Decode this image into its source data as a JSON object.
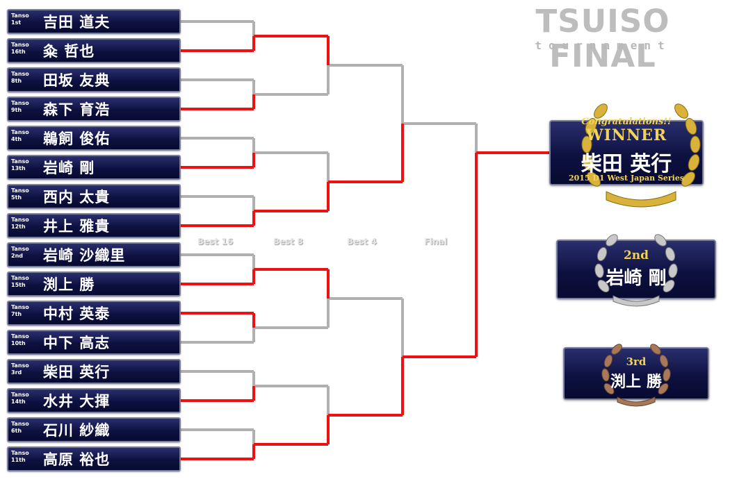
{
  "title": {
    "main": "TSUISO FINAL",
    "sub": "tournament"
  },
  "rounds": [
    "Best 16",
    "Best 8",
    "Best 4",
    "Final"
  ],
  "players": [
    {
      "tag": "Tanso",
      "rank": "1st",
      "name": "吉田 道夫"
    },
    {
      "tag": "Tanso",
      "rank": "16th",
      "name": "粂 哲也"
    },
    {
      "tag": "Tanso",
      "rank": "8th",
      "name": "田坂 友典"
    },
    {
      "tag": "Tanso",
      "rank": "9th",
      "name": "森下 育浩"
    },
    {
      "tag": "Tanso",
      "rank": "4th",
      "name": "鵜飼 俊佑"
    },
    {
      "tag": "Tanso",
      "rank": "13th",
      "name": "岩崎 剛"
    },
    {
      "tag": "Tanso",
      "rank": "5th",
      "name": "西内 太貴"
    },
    {
      "tag": "Tanso",
      "rank": "12th",
      "name": "井上 雅貴"
    },
    {
      "tag": "Tanso",
      "rank": "2nd",
      "name": "岩崎 沙織里"
    },
    {
      "tag": "Tanso",
      "rank": "15th",
      "name": "渕上 勝"
    },
    {
      "tag": "Tanso",
      "rank": "7th",
      "name": "中村 英泰"
    },
    {
      "tag": "Tanso",
      "rank": "10th",
      "name": "中下 高志"
    },
    {
      "tag": "Tanso",
      "rank": "3rd",
      "name": "柴田 英行"
    },
    {
      "tag": "Tanso",
      "rank": "14th",
      "name": "水井 大揮"
    },
    {
      "tag": "Tanso",
      "rank": "6th",
      "name": "石川 紗織"
    },
    {
      "tag": "Tanso",
      "rank": "11th",
      "name": "高原 裕也"
    }
  ],
  "winner": {
    "congrats": "Congratulations!!",
    "label": "WINNER",
    "name": "柴田 英行",
    "series": "2015 D1 West Japan Series"
  },
  "second": {
    "label": "2nd",
    "name": "岩崎 剛"
  },
  "third": {
    "label": "3rd",
    "name": "渕上 勝"
  },
  "colors": {
    "win_line": "#ee1111",
    "lose_line": "#b0b0b0",
    "panel": "#0d1140",
    "gold": "#d8b23a",
    "silver": "#c8c8c8",
    "bronze": "#a8785a"
  }
}
